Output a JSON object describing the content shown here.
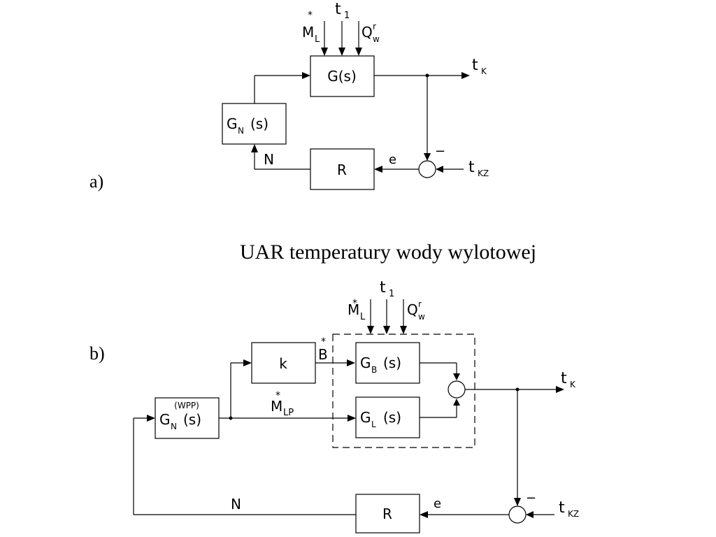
{
  "panel_a": {
    "label": "a)",
    "inputs": {
      "ml": "M",
      "ml_sub": "L",
      "ml_star": "*",
      "t": "t",
      "t_sub": "1",
      "q": "Q",
      "q_sub": "w",
      "q_sup": "r"
    },
    "plant": "G(s)",
    "actuator": {
      "main": "G",
      "sub": "N",
      "tail": "(s)"
    },
    "controller": "R",
    "output": {
      "main": "t",
      "sub": "K"
    },
    "setpoint": {
      "main": "t",
      "sub": "KZ"
    },
    "error": "e",
    "minus": "−",
    "control": "N"
  },
  "title": "UAR temperatury wody wylotowej",
  "panel_b": {
    "label": "b)",
    "inputs": {
      "ml": "M",
      "ml_sub": "L",
      "ml_star": "*",
      "t": "t",
      "t_sub": "1",
      "q": "Q",
      "q_sub": "w",
      "q_sup": "r"
    },
    "gain": "k",
    "b_signal": "B",
    "b_star": "*",
    "gb": {
      "main": "G",
      "sub": "B",
      "tail": "(s)"
    },
    "gl": {
      "main": "G",
      "sub": "L",
      "tail": "(s)"
    },
    "mlp": {
      "main": "M",
      "sub": "LP",
      "star": "*"
    },
    "actuator": {
      "sup": "(WPP)",
      "main": "G",
      "sub": "N",
      "tail": "(s)"
    },
    "controller": "R",
    "output": {
      "main": "t",
      "sub": "K"
    },
    "setpoint": {
      "main": "t",
      "sub": "KZ"
    },
    "error": "e",
    "minus": "−",
    "control": "N"
  }
}
